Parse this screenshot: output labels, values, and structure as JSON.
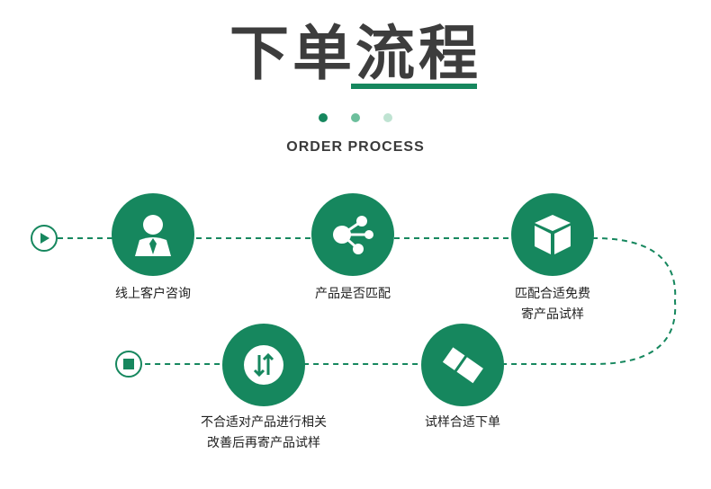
{
  "header": {
    "title": "下单流程",
    "subtitle": "ORDER PROCESS",
    "dot_colors": [
      "#16875e",
      "#6cbf9c",
      "#bfe3d2"
    ]
  },
  "theme": {
    "accent": "#16875e",
    "text": "#222222",
    "title": "#3d3d3d"
  },
  "steps": [
    {
      "icon": "customer-user-icon",
      "lines": [
        "线上客户咨询"
      ]
    },
    {
      "icon": "share-nodes-icon",
      "lines": [
        "产品是否匹配"
      ]
    },
    {
      "icon": "box-icon",
      "lines": [
        "匹配合适免费",
        "寄产品试样"
      ]
    },
    {
      "icon": "tag-ticket-icon",
      "lines": [
        "试样合适下单"
      ]
    },
    {
      "icon": "swap-arrows-icon",
      "lines": [
        "不合适对产品进行相关",
        "改善后再寄产品试样"
      ]
    }
  ],
  "markers": {
    "start": "play-icon",
    "end": "stop-icon"
  }
}
